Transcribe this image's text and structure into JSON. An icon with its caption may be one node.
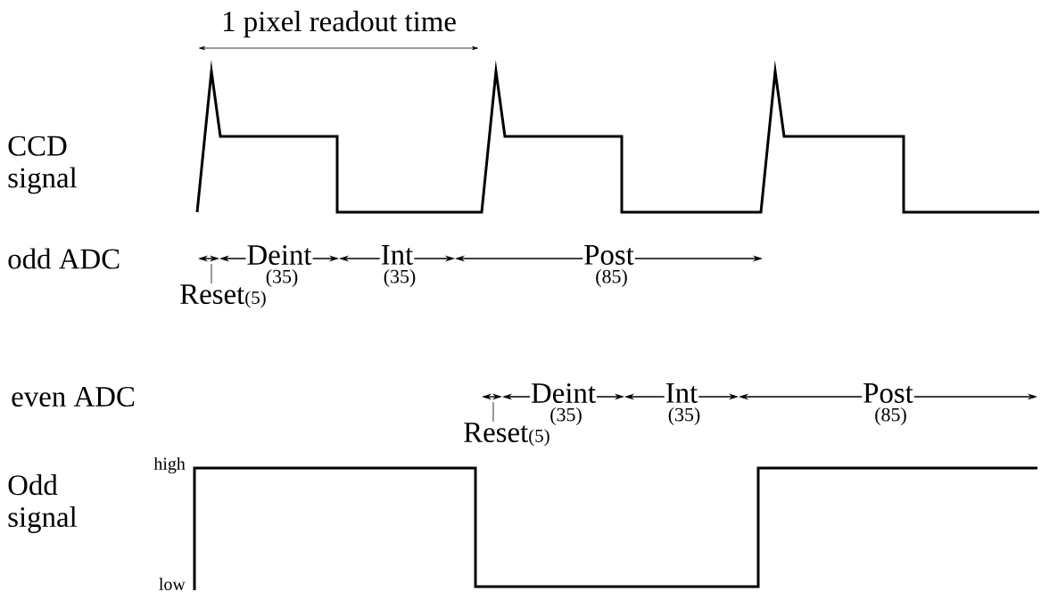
{
  "diagram": {
    "nodes": [
      {
        "text": [
          "Reset",
          "(5)"
        ]
      },
      {
        "text": [
          "Reset",
          "(5)"
        ]
      }
    ],
    "edges": [
      {
        "from": 0,
        "to": null,
        "arrow": "none"
      },
      {
        "from": 1,
        "to": null,
        "arrow": "none"
      }
    ],
    "labels": [
      "1 pixel readout time",
      "CCD signal",
      "odd ADC",
      "Deint",
      "(35)",
      "Int",
      "(35)",
      "Post",
      "(85)",
      "even ADC",
      "Deint",
      "(35)",
      "Int",
      "(35)",
      "Post",
      "(85)",
      "high",
      "low",
      "Odd signal"
    ]
  }
}
